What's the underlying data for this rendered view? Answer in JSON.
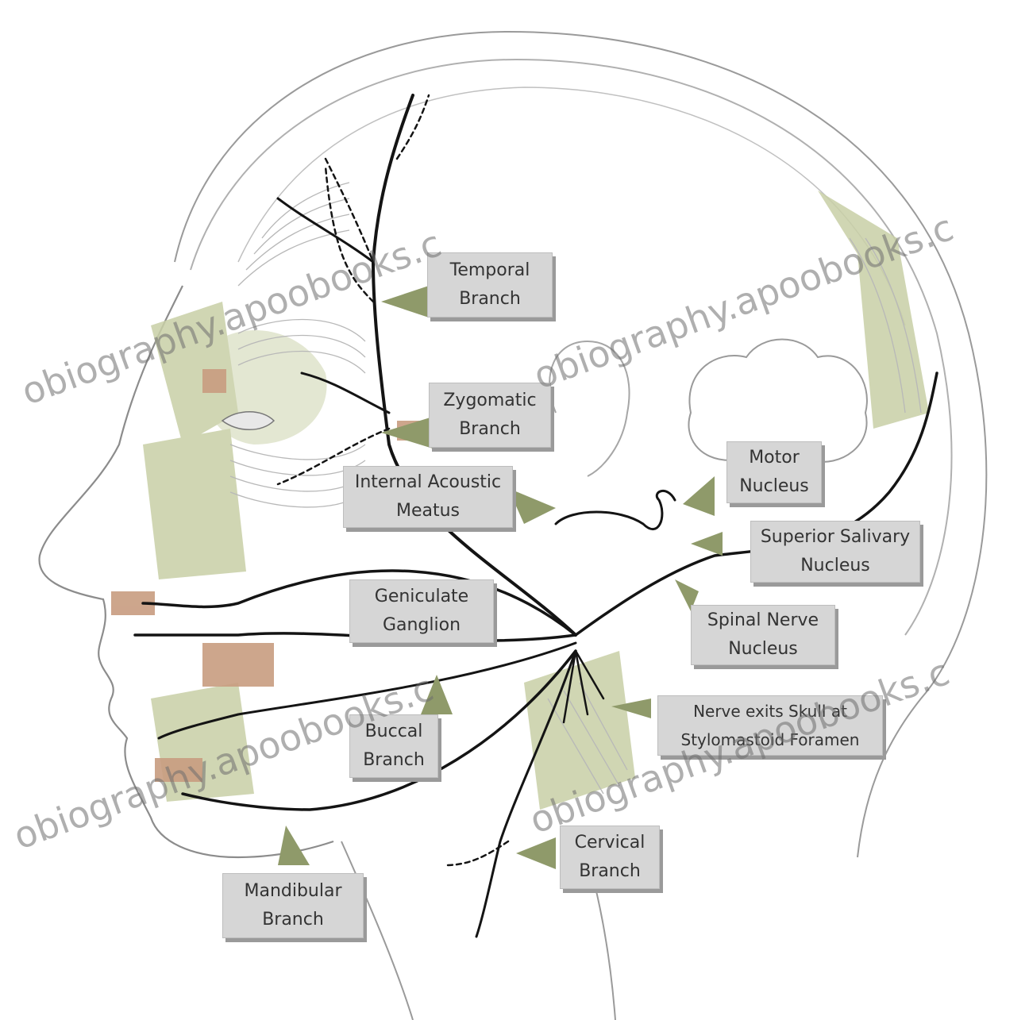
{
  "labels": {
    "temporal": {
      "line1": "Temporal",
      "line2": "Branch"
    },
    "zygomatic": {
      "line1": "Zygomatic",
      "line2": "Branch"
    },
    "internal_acoustic": {
      "line1": "Internal Acoustic",
      "line2": "Meatus"
    },
    "motor_nucleus": {
      "line1": "Motor",
      "line2": "Nucleus"
    },
    "superior_salivary": {
      "line1": "Superior Salivary",
      "line2": "Nucleus"
    },
    "geniculate": {
      "line1": "Geniculate",
      "line2": "Ganglion"
    },
    "spinal_nerve": {
      "line1": "Spinal Nerve",
      "line2": "Nucleus"
    },
    "buccal": {
      "line1": "Buccal",
      "line2": "Branch"
    },
    "exits_skull": {
      "line1": "Nerve exits Skull at",
      "line2": "Stylomastoid Foramen"
    },
    "cervical": {
      "line1": "Cervical",
      "line2": "Branch"
    },
    "mandibular": {
      "line1": "Mandibular",
      "line2": "Branch"
    }
  },
  "watermark": {
    "text_a": "obiography.apoobooks.c",
    "text_b": "obiography.apoobooks.c",
    "text_c": "obiography.apoobooks.c",
    "text_d": "obiography.apoobooks.c"
  },
  "colors": {
    "nerve": "#141414",
    "muscle": "#c8cfa6",
    "skin_accent": "#c89c80",
    "outline": "#9a9a9a",
    "label_bg": "#d6d6d6"
  }
}
